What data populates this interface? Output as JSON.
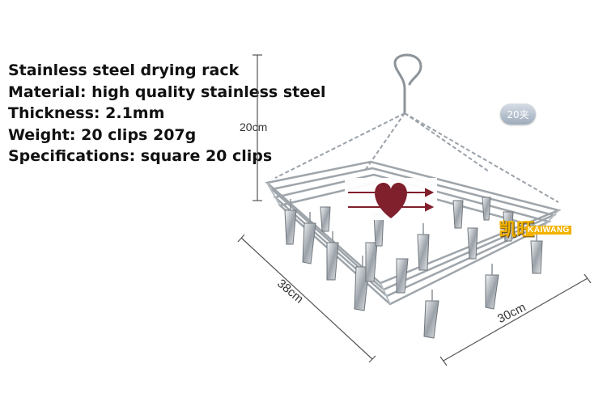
{
  "specs": [
    "Stainless steel drying rack",
    "Material: high quality stainless steel",
    "Thickness: 2.1mm",
    "Weight: 20 clips 207g",
    "Specifications: square 20 clips"
  ],
  "dimensions": {
    "height": "20cm",
    "side_a": "38cm",
    "side_b": "30cm"
  },
  "badge": "20夹",
  "watermark": {
    "chinese": "凯旺",
    "latin": "KAIWANG",
    "gold": "#f2b200"
  },
  "colors": {
    "heart": "#7a1522",
    "steel": "#8c9399"
  }
}
